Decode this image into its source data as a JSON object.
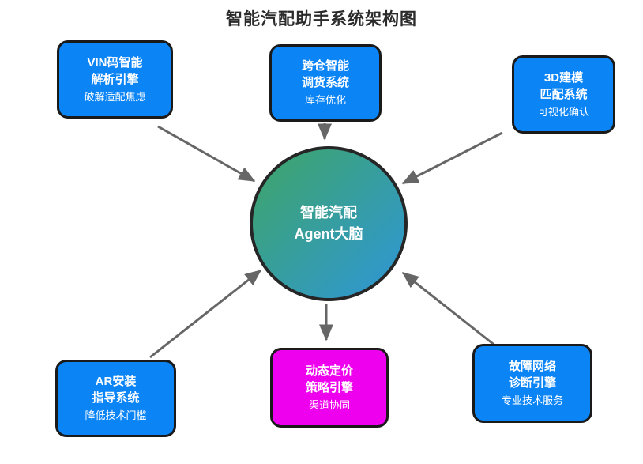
{
  "title": "智能汽配助手系统架构图",
  "center": {
    "line1": "智能汽配",
    "line2": "Agent大脑"
  },
  "nodes": {
    "vin": {
      "line1": "VIN码智能",
      "line2": "解析引擎",
      "subtitle": "破解适配焦虑",
      "color": "#0b84f6"
    },
    "warehouse": {
      "line1": "跨仓智能",
      "line2": "调货系统",
      "subtitle": "库存优化",
      "color": "#0b84f6"
    },
    "modeling": {
      "line1": "3D建模",
      "line2": "匹配系统",
      "subtitle": "可视化确认",
      "color": "#0b84f6"
    },
    "ar": {
      "line1": "AR安装",
      "line2": "指导系统",
      "subtitle": "降低技术门槛",
      "color": "#0b84f6"
    },
    "pricing": {
      "line1": "动态定价",
      "line2": "策略引擎",
      "subtitle": "渠道协同",
      "color": "#ee00ee"
    },
    "diagnosis": {
      "line1": "故障网络",
      "line2": "诊断引擎",
      "subtitle": "专业技术服务",
      "color": "#0b84f6"
    }
  },
  "edges": [
    {
      "from": "vin",
      "to": "hub"
    },
    {
      "from": "warehouse",
      "to": "hub"
    },
    {
      "from": "modeling",
      "to": "hub"
    },
    {
      "from": "ar",
      "to": "hub"
    },
    {
      "from": "hub",
      "to": "pricing"
    },
    {
      "from": "diagnosis",
      "to": "hub"
    }
  ],
  "colors": {
    "node_blue": "#0b84f6",
    "node_magenta": "#ee00ee",
    "circle_gradient_start": "#3fa567",
    "circle_gradient_end": "#2e96d8",
    "node_border": "#1a1a1a",
    "arrow": "#666666",
    "node_text": "#ffffff",
    "title_text": "#2b2b2b"
  }
}
